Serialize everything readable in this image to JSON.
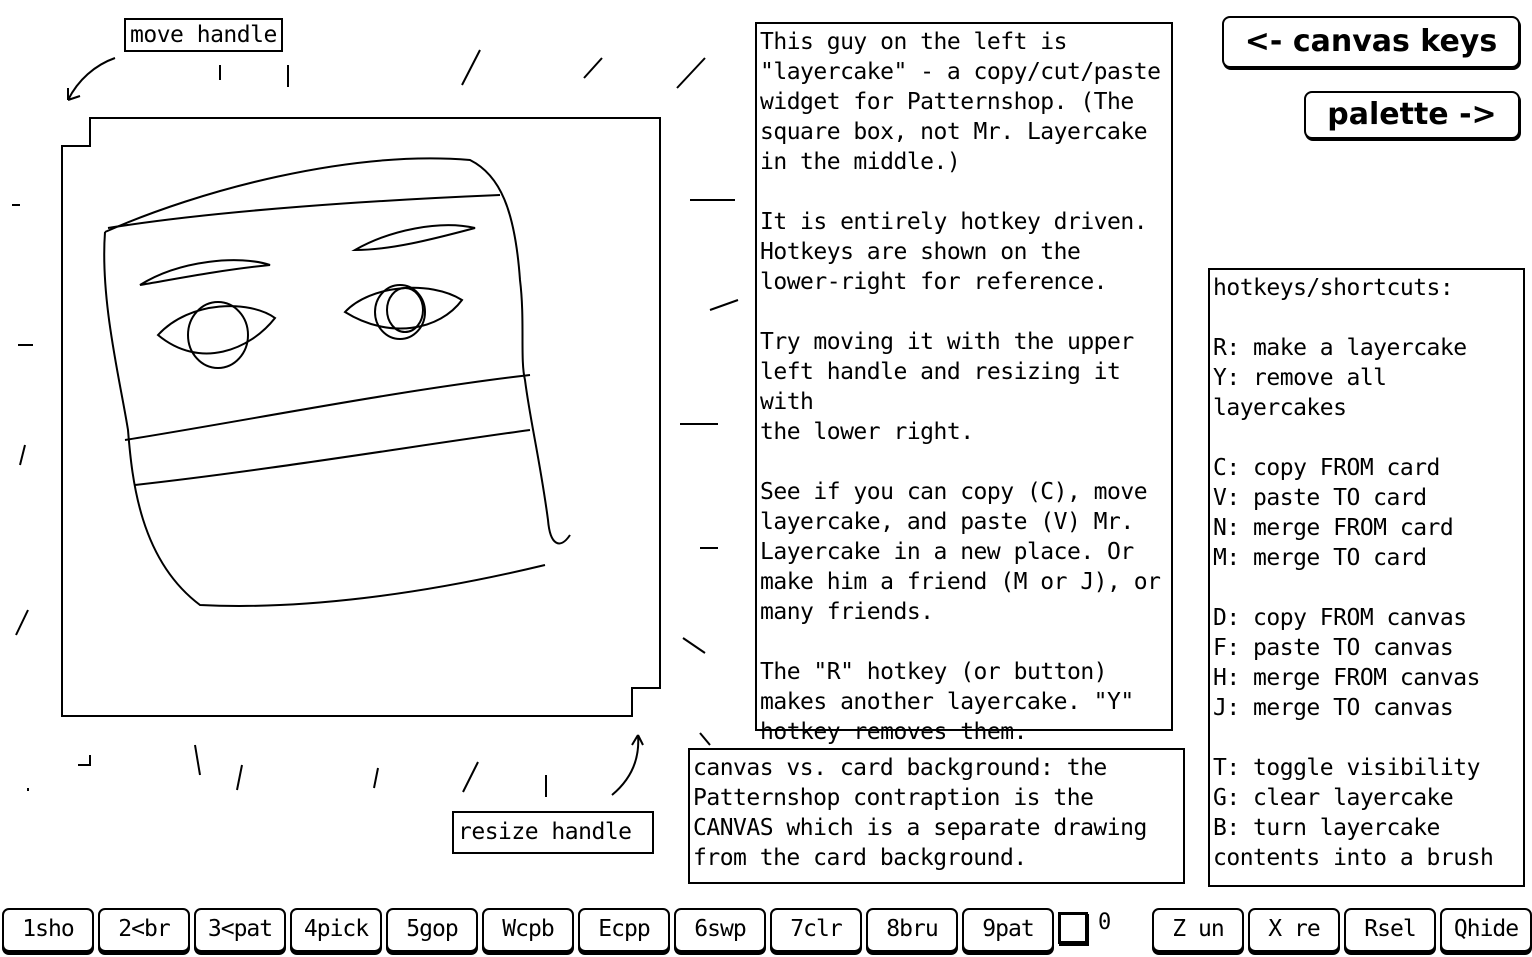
{
  "labels": {
    "move_handle": "move handle",
    "resize_handle": "resize handle"
  },
  "nav": {
    "canvas_keys": "<- canvas keys",
    "palette": "palette ->"
  },
  "info_text": "This guy on the left is\n\"layercake\" - a copy/cut/paste\nwidget for Patternshop. (The\nsquare box, not Mr. Layercake\nin the middle.)\n\nIt is entirely hotkey driven.\nHotkeys are shown on the\nlower-right for reference.\n\nTry moving it with the upper\nleft handle and resizing it with\nthe lower right.\n\nSee if you can copy (C), move\nlayercake, and paste (V) Mr.\nLayercake in a new place. Or\nmake him a friend (M or J), or\nmany friends.\n\nThe \"R\" hotkey (or button)\nmakes another layercake. \"Y\"\nhotkey removes them.",
  "canvas_note": "canvas vs. card background: the\nPatternshop contraption is the\nCANVAS which is a separate drawing\nfrom the card background.",
  "hotkeys_text": "hotkeys/shortcuts:\n\nR: make a layercake\nY: remove all\nlayercakes\n\nC: copy FROM card\nV: paste TO card\nN: merge FROM card\nM: merge TO card\n\nD: copy FROM canvas\nF: paste TO canvas\nH: merge FROM canvas\nJ: merge TO canvas\n\nT: toggle visibility\nG: clear layercake\nB: turn layercake\ncontents into a brush",
  "toolbar": {
    "buttons": [
      "1sho",
      "2<br",
      "3<pat",
      "4pick",
      "5gop",
      "Wcpb",
      "Ecpp",
      "6swp",
      "7clr",
      "8bru",
      "9pat"
    ],
    "checkbox_value": "0",
    "right_buttons": [
      "Z un",
      "X re",
      "Rsel",
      "Qhide"
    ]
  }
}
